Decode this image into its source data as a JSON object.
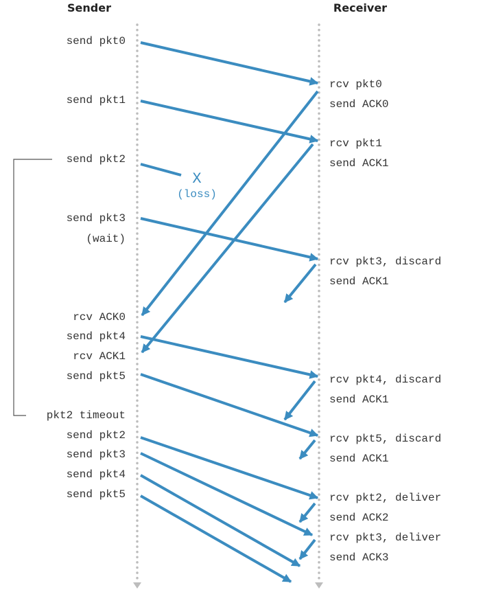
{
  "headers": {
    "sender": "Sender",
    "receiver": "Receiver"
  },
  "sender_events": [
    "send pkt0",
    "send pkt1",
    "send pkt2",
    "send pkt3",
    "(wait)",
    "rcv ACK0",
    "send pkt4",
    "rcv ACK1",
    "send pkt5",
    "pkt2 timeout",
    "send pkt2",
    "send pkt3",
    "send pkt4",
    "send pkt5"
  ],
  "receiver_events": [
    "rcv pkt0",
    "send ACK0",
    "rcv pkt1",
    "send ACK1",
    "rcv pkt3, discard",
    "send ACK1",
    "rcv pkt4, discard",
    "send ACK1",
    "rcv pkt5, discard",
    "send ACK1",
    "rcv pkt2, deliver",
    "send ACK2",
    "rcv pkt3, deliver",
    "send ACK3"
  ],
  "loss": {
    "mark": "X",
    "label": "(loss)"
  },
  "colors": {
    "arrow": "#3b8cc0",
    "timeline": "#bdbdbd",
    "text": "#333333"
  }
}
